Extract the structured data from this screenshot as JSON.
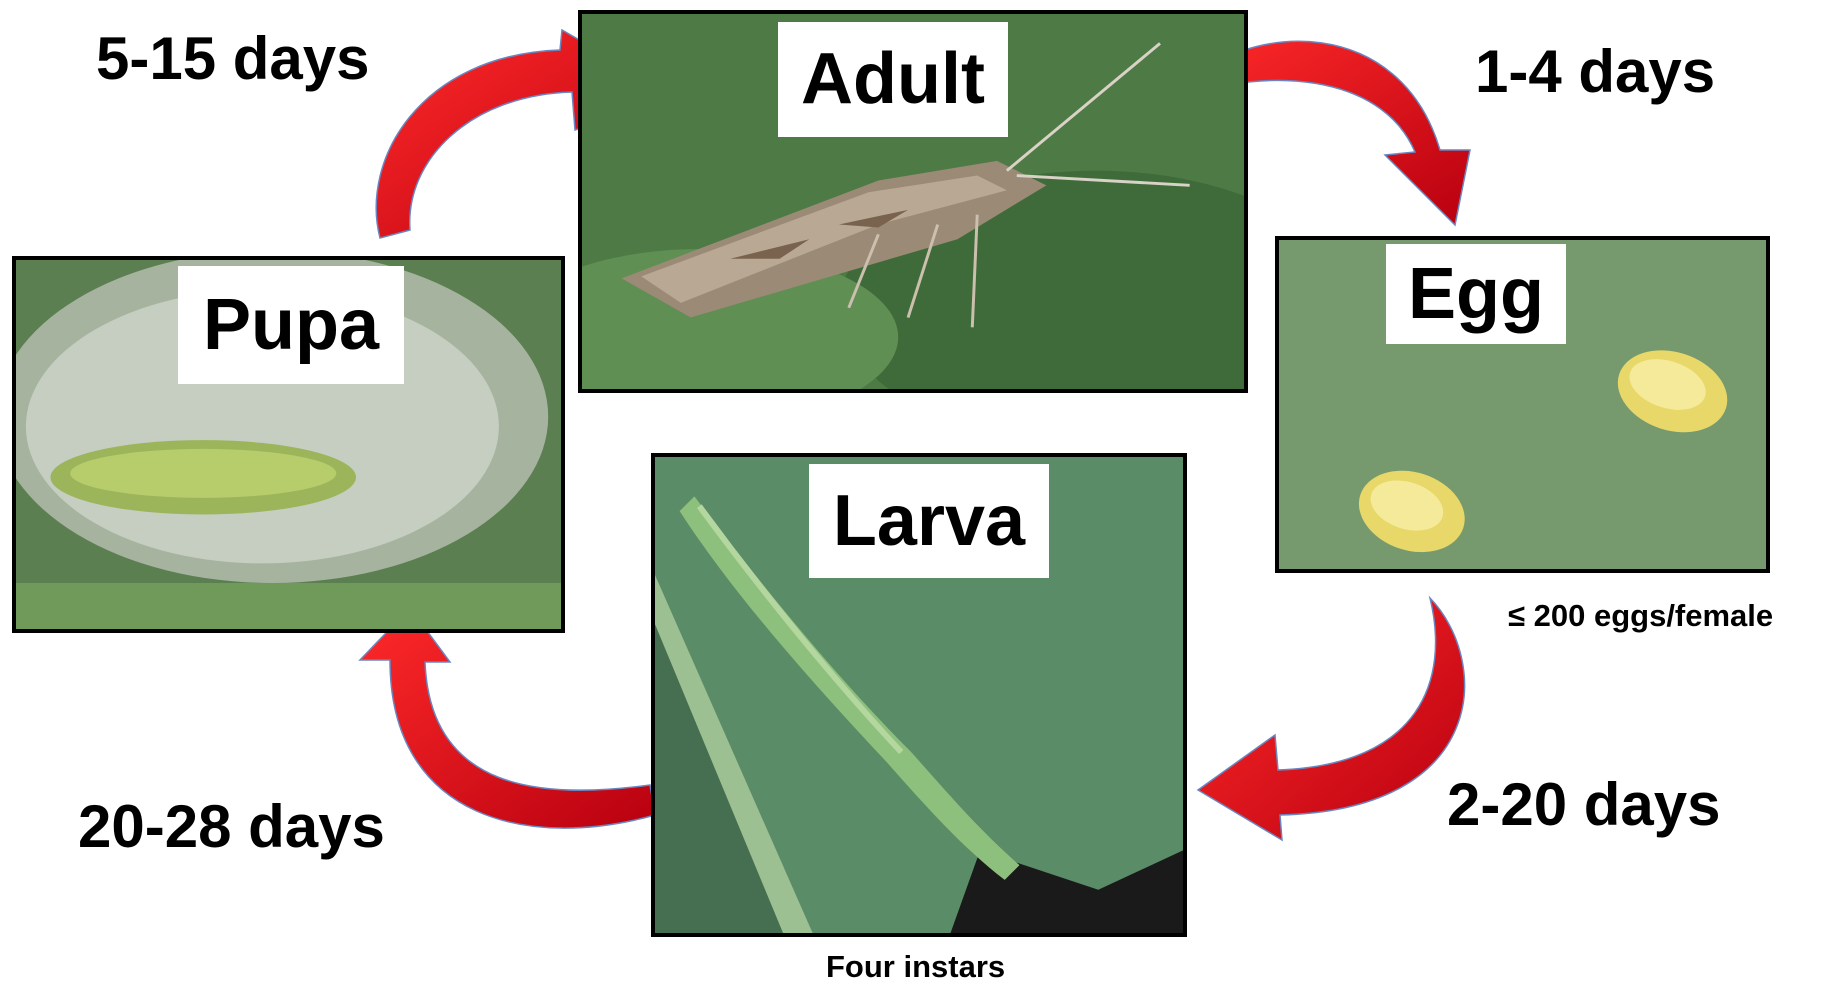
{
  "stages": {
    "adult": {
      "label": "Adult"
    },
    "egg": {
      "label": "Egg"
    },
    "larva": {
      "label": "Larva"
    },
    "pupa": {
      "label": "Pupa"
    }
  },
  "durations": {
    "pupa_to_adult": "5-15 days",
    "adult_to_egg": "1-4 days",
    "egg_to_larva": "2-20 days",
    "larva_to_pupa": "20-28 days"
  },
  "notes": {
    "egg_count": "≤ 200 eggs/female",
    "larva_instars": "Four instars"
  },
  "colors": {
    "arrow": "#e0001a",
    "arrow_edge": "#6a86c0",
    "frame": "#000000",
    "leaf_dark": "#3f6b3a",
    "leaf_light": "#7fa56a",
    "egg_yellow": "#f2e27a"
  }
}
